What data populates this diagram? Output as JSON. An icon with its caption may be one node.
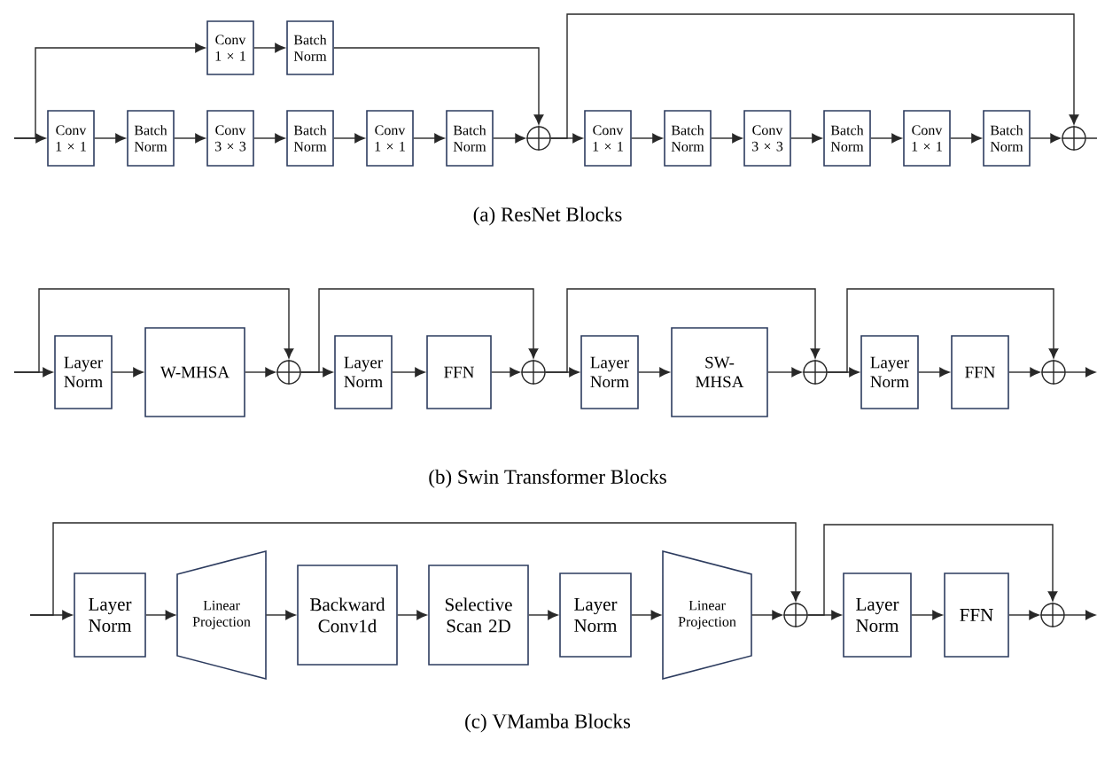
{
  "diagram": {
    "nodes": [
      {
        "text": [
          "Conv 1 × 1"
        ]
      },
      {
        "text": [
          "Batch Norm"
        ]
      },
      {
        "text": [
          "Conv 1 × 1"
        ]
      },
      {
        "text": [
          "Batch Norm"
        ]
      },
      {
        "text": [
          "Conv 3 × 3"
        ]
      },
      {
        "text": [
          "Batch Norm"
        ]
      },
      {
        "text": [
          "Conv 1 × 1"
        ]
      },
      {
        "text": [
          "Batch Norm"
        ]
      },
      {
        "text": [],
        "shape": "circle"
      },
      {
        "text": [
          "Conv 1 × 1"
        ]
      },
      {
        "text": [
          "Batch Norm"
        ]
      },
      {
        "text": [
          "Conv 3 × 3"
        ]
      },
      {
        "text": [
          "Batch Norm"
        ]
      },
      {
        "text": [
          "Conv 1 × 1"
        ]
      },
      {
        "text": [
          "Batch Norm"
        ]
      },
      {
        "text": [],
        "shape": "circle"
      },
      {
        "text": [
          "Layer Norm"
        ]
      },
      {
        "text": [
          "W-MHSA"
        ]
      },
      {
        "text": [],
        "shape": "circle"
      },
      {
        "text": [
          "Layer Norm"
        ]
      },
      {
        "text": [
          "FFN"
        ]
      },
      {
        "text": [],
        "shape": "circle"
      },
      {
        "text": [
          "Layer Norm"
        ]
      },
      {
        "text": [
          "SW-MHSA"
        ]
      },
      {
        "text": [],
        "shape": "circle"
      },
      {
        "text": [
          "Layer Norm"
        ]
      },
      {
        "text": [
          "FFN"
        ]
      },
      {
        "text": [],
        "shape": "circle"
      },
      {
        "text": [
          "Layer Norm"
        ]
      },
      {
        "text": [
          "Linear Projection"
        ]
      },
      {
        "text": [
          "Backward Conv1d"
        ]
      },
      {
        "text": [
          "Selective Scan 2D"
        ]
      },
      {
        "text": [
          "Layer Norm"
        ]
      },
      {
        "text": [
          "Linear Projection"
        ]
      },
      {
        "text": [],
        "shape": "circle"
      },
      {
        "text": [
          "Layer Norm"
        ]
      },
      {
        "text": [
          "FFN"
        ]
      },
      {
        "text": [],
        "shape": "circle"
      }
    ],
    "edges": [
      {
        "from": null,
        "to": 2,
        "arrow": "to"
      },
      {
        "from": null,
        "to": 0,
        "arrow": "to"
      },
      {
        "from": 0,
        "to": 1,
        "arrow": "to"
      },
      {
        "from": 1,
        "to": 8,
        "arrow": "to"
      },
      {
        "from": 2,
        "to": 3,
        "arrow": "to"
      },
      {
        "from": 3,
        "to": 4,
        "arrow": "to"
      },
      {
        "from": 4,
        "to": 5,
        "arrow": "to"
      },
      {
        "from": 5,
        "to": 6,
        "arrow": "to"
      },
      {
        "from": 6,
        "to": 7,
        "arrow": "to"
      },
      {
        "from": 7,
        "to": 8,
        "arrow": "to"
      },
      {
        "from": 8,
        "to": 9,
        "arrow": "to"
      },
      {
        "from": 8,
        "to": 15,
        "arrow": "to"
      },
      {
        "from": 9,
        "to": 10,
        "arrow": "to"
      },
      {
        "from": 10,
        "to": 11,
        "arrow": "to"
      },
      {
        "from": 11,
        "to": 12,
        "arrow": "to"
      },
      {
        "from": 12,
        "to": 13,
        "arrow": "to"
      },
      {
        "from": 13,
        "to": 14,
        "arrow": "to"
      },
      {
        "from": 14,
        "to": 15,
        "arrow": "to"
      },
      {
        "from": 15,
        "to": null,
        "arrow": "none"
      },
      {
        "from": null,
        "to": 16,
        "arrow": "to"
      },
      {
        "from": null,
        "to": 18,
        "arrow": "to"
      },
      {
        "from": 16,
        "to": 17,
        "arrow": "to"
      },
      {
        "from": 17,
        "to": 18,
        "arrow": "to"
      },
      {
        "from": 18,
        "to": 19,
        "arrow": "to"
      },
      {
        "from": 18,
        "to": 21,
        "arrow": "to"
      },
      {
        "from": 19,
        "to": 20,
        "arrow": "to"
      },
      {
        "from": 20,
        "to": 21,
        "arrow": "to"
      },
      {
        "from": 21,
        "to": 22,
        "arrow": "to"
      },
      {
        "from": 21,
        "to": 24,
        "arrow": "to"
      },
      {
        "from": 22,
        "to": 23,
        "arrow": "to"
      },
      {
        "from": 23,
        "to": 24,
        "arrow": "to"
      },
      {
        "from": 24,
        "to": 25,
        "arrow": "to"
      },
      {
        "from": 24,
        "to": 27,
        "arrow": "to"
      },
      {
        "from": 25,
        "to": 26,
        "arrow": "to"
      },
      {
        "from": 26,
        "to": 27,
        "arrow": "to"
      },
      {
        "from": 27,
        "to": null,
        "arrow": "to"
      },
      {
        "from": null,
        "to": 28,
        "arrow": "to"
      },
      {
        "from": null,
        "to": 34,
        "arrow": "to"
      },
      {
        "from": 28,
        "to": 29,
        "arrow": "to"
      },
      {
        "from": 29,
        "to": 30,
        "arrow": "to"
      },
      {
        "from": 30,
        "to": 31,
        "arrow": "to"
      },
      {
        "from": 31,
        "to": 32,
        "arrow": "to"
      },
      {
        "from": 32,
        "to": 33,
        "arrow": "to"
      },
      {
        "from": 33,
        "to": 34,
        "arrow": "to"
      },
      {
        "from": 34,
        "to": 35,
        "arrow": "to"
      },
      {
        "from": 34,
        "to": 37,
        "arrow": "to"
      },
      {
        "from": 35,
        "to": 36,
        "arrow": "to"
      },
      {
        "from": 36,
        "to": 37,
        "arrow": "to"
      },
      {
        "from": 37,
        "to": null,
        "arrow": "to"
      }
    ],
    "labels": [
      "(a) ResNet Blocks",
      "(b) Swin Transformer Blocks",
      "(c) VMamba Blocks"
    ]
  }
}
